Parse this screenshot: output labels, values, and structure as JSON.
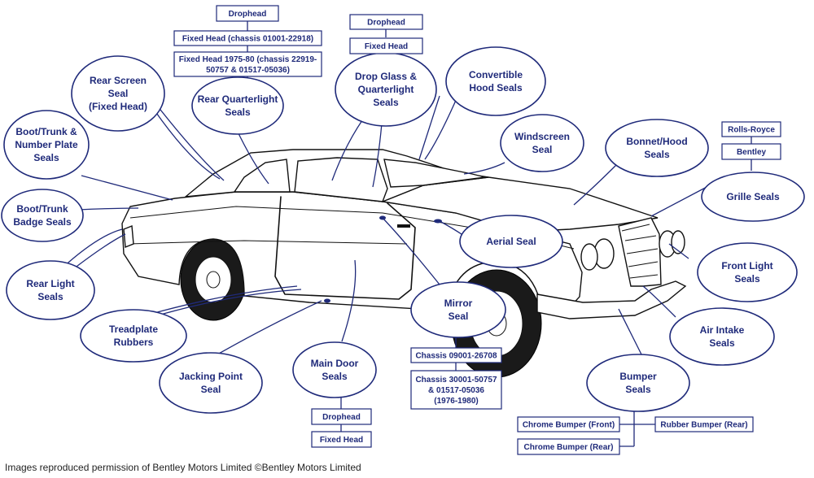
{
  "accent_color": "#1f2a7a",
  "bubbles": {
    "rear_screen": [
      "Rear Screen",
      "Seal",
      "(Fixed Head)"
    ],
    "rear_quarterlight": [
      "Rear Quarterlight",
      "Seals"
    ],
    "drop_glass": [
      "Drop Glass &",
      "Quarterlight",
      "Seals"
    ],
    "convertible_hood": [
      "Convertible",
      "Hood Seals"
    ],
    "windscreen": [
      "Windscreen",
      "Seal"
    ],
    "bonnet_hood": [
      "Bonnet/Hood",
      "Seals"
    ],
    "grille": [
      "Grille Seals"
    ],
    "boot_number_plate": [
      "Boot/Trunk &",
      "Number Plate",
      "Seals"
    ],
    "boot_badge": [
      "Boot/Trunk",
      "Badge Seals"
    ],
    "aerial": [
      "Aerial Seal"
    ],
    "front_light": [
      "Front Light",
      "Seals"
    ],
    "rear_light": [
      "Rear Light",
      "Seals"
    ],
    "mirror": [
      "Mirror",
      "Seal"
    ],
    "air_intake": [
      "Air Intake",
      "Seals"
    ],
    "treadplate": [
      "Treadplate",
      "Rubbers"
    ],
    "jacking_point": [
      "Jacking Point",
      "Seal"
    ],
    "main_door": [
      "Main Door",
      "Seals"
    ],
    "bumper": [
      "Bumper",
      "Seals"
    ]
  },
  "boxes": {
    "rear_screen_dropdown": [
      "Drophead"
    ],
    "rear_screen_fixed": [
      "Fixed Head (chassis 01001-22918)"
    ],
    "rear_screen_fixed_75": [
      "Fixed Head 1975-80 (chassis 22919-",
      "50757 & 01517-05036)"
    ],
    "drop_glass_dropdown": [
      "Drophead"
    ],
    "drop_glass_fixed": [
      "Fixed Head"
    ],
    "grille_rr": [
      "Rolls-Royce"
    ],
    "grille_bentley": [
      "Bentley"
    ],
    "mirror_chassis_1": [
      "Chassis 09001-26708"
    ],
    "mirror_chassis_2": [
      "Chassis 30001-50757",
      "& 01517-05036",
      "(1976-1980)"
    ],
    "door_dropdown": [
      "Drophead"
    ],
    "door_fixed": [
      "Fixed Head"
    ],
    "bumper_chrome_front": [
      "Chrome Bumper (Front)"
    ],
    "bumper_rubber_rear": [
      "Rubber Bumper (Rear)"
    ],
    "bumper_chrome_rear": [
      "Chrome Bumper (Rear)"
    ]
  },
  "credit": "Images reproduced permission of Bentley Motors Limited ©Bentley Motors Limited"
}
